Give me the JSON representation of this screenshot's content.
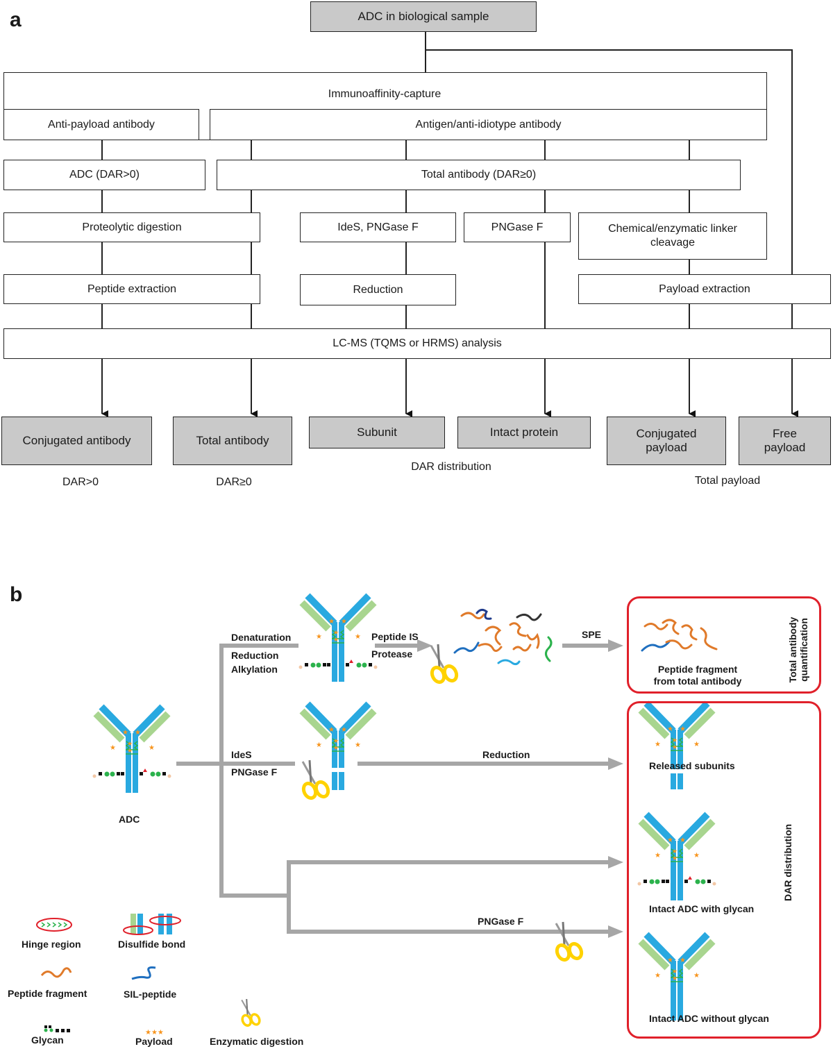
{
  "panel_a": {
    "letter": "a",
    "top": "ADC in biological sample",
    "capture": "Immunoaffinity-capture",
    "anti_payload": "Anti-payload antibody",
    "antigen": "Antigen/anti-idiotype antibody",
    "adc_dar": "ADC (DAR>0)",
    "total_ab": "Total antibody (DAR≥0)",
    "proteolytic": "Proteolytic digestion",
    "ides": "IdeS, PNGase F",
    "pngase": "PNGase F",
    "chemical": "Chemical/enzymatic linker cleavage",
    "peptide_ext": "Peptide extraction",
    "reduction": "Reduction",
    "payload_ext": "Payload extraction",
    "lcms": "LC-MS (TQMS or HRMS) analysis",
    "outputs": {
      "conj_ab": "Conjugated antibody",
      "total_ab": "Total antibody",
      "subunit": "Subunit",
      "intact": "Intact protein",
      "conj_payload": "Conjugated payload",
      "free_payload": "Free payload"
    },
    "captions": {
      "dar_gt0": "DAR>0",
      "dar_ge0": "DAR≥0",
      "dar_dist": "DAR distribution",
      "total_payload": "Total payload"
    }
  },
  "panel_b": {
    "letter": "b",
    "adc": "ADC",
    "denaturation": "Denaturation",
    "reduction_step": "Reduction",
    "alkylation": "Alkylation",
    "peptide_is": "Peptide IS",
    "protease": "Protease",
    "spe": "SPE",
    "ides": "IdeS",
    "pngase": "PNGase F",
    "reduction_arrow": "Reduction",
    "pngase2": "PNGase F",
    "peptide_fragment_result": "Peptide fragment from total antibody",
    "released": "Released subunits",
    "intact_glycan": "Intact ADC with glycan",
    "intact_noglycan": "Intact ADC without glycan",
    "total_ab_quant": "Total antibody quantification",
    "dar_dist": "DAR distribution",
    "legend": {
      "hinge": "Hinge region",
      "disulfide": "Disulfide bond",
      "peptide_fragment": "Peptide fragment",
      "sil": "SIL-peptide",
      "glycan": "Glycan",
      "payload": "Payload",
      "enzymatic": "Enzymatic digestion"
    },
    "colors": {
      "heavy": "#29a9e0",
      "light": "#a8d58f",
      "payload": "#f7941d",
      "frame": "#e0202a",
      "arrow": "#a6a6a6",
      "scissor": "#ffd200"
    }
  }
}
